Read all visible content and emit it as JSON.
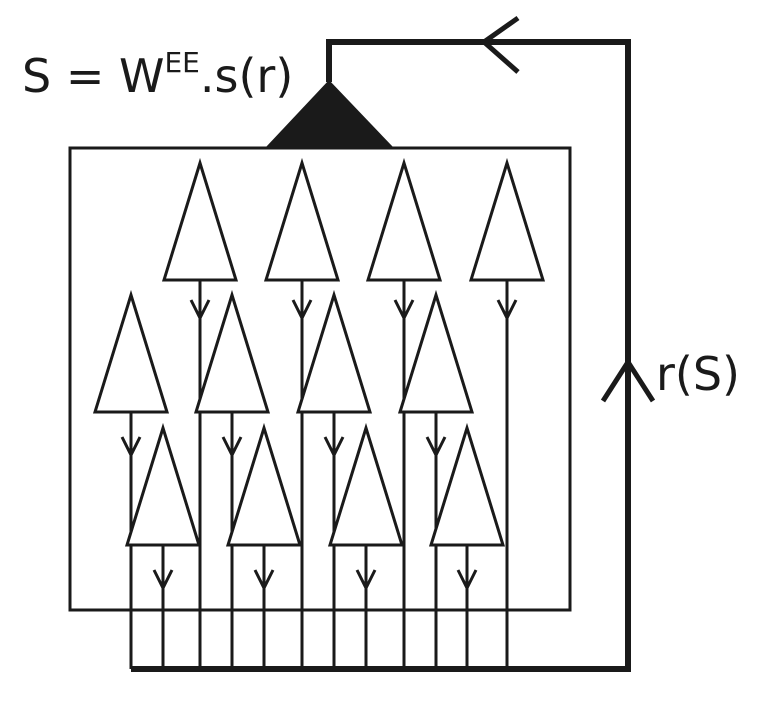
{
  "labels": {
    "equation_main": "S = W",
    "equation_superscript": "EE",
    "equation_rest": ".s(r)",
    "feedback": "r(S)"
  },
  "colors": {
    "ink": "#1a1a1a",
    "background": "#ffffff"
  }
}
